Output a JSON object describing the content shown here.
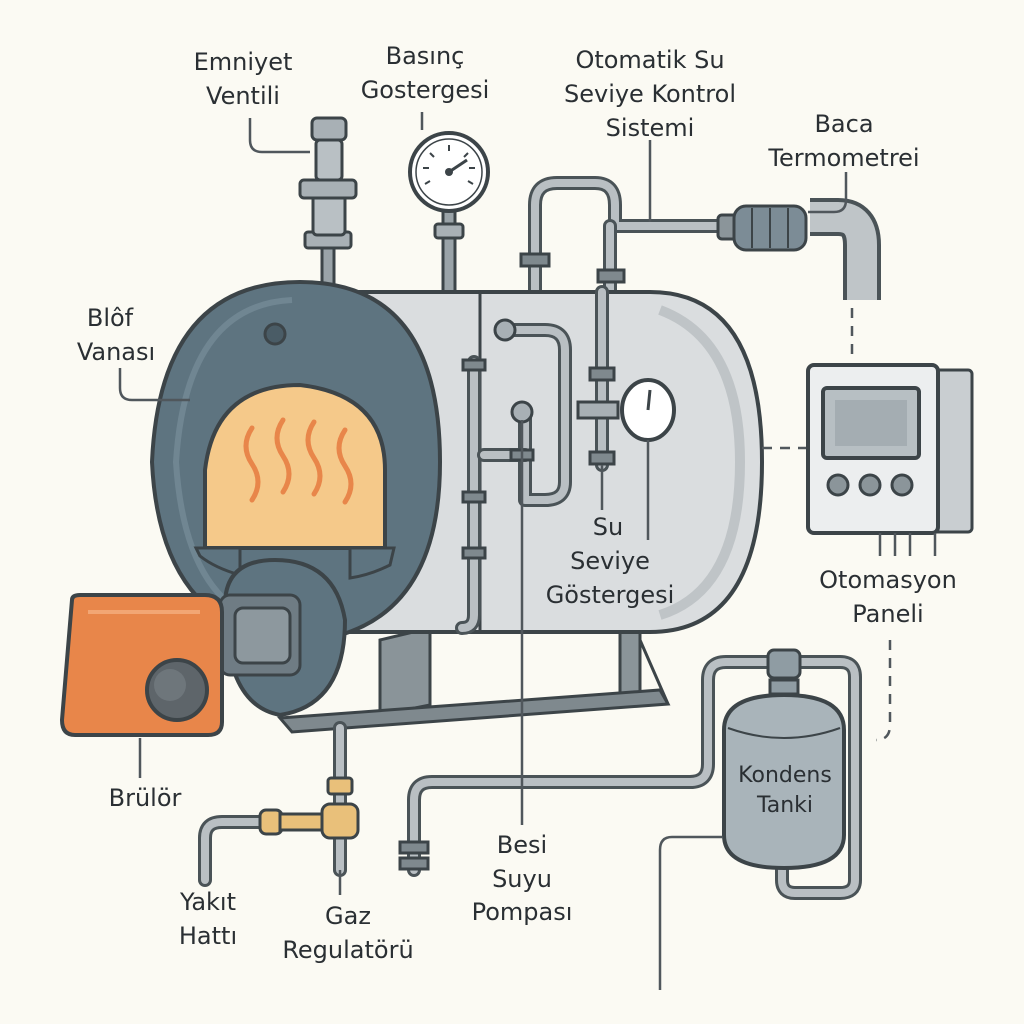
{
  "labels": {
    "emniyet_1": "Emniyet",
    "emniyet_2": "Ventili",
    "basinc_1": "Basınç",
    "basinc_2": "Gostergesi",
    "otomatik_1": "Otomatik Su",
    "otomatik_2": "Seviye Kontrol",
    "otomatik_3": "Sistemi",
    "baca_1": "Baca",
    "baca_2": "Termometrei",
    "blof_1": "Blôf",
    "blof_2": "Vanası",
    "su_seviye_1": "Su",
    "su_seviye_2": "Seviye",
    "su_seviye_3": "Göstergesi",
    "otomasyon_1": "Otomasyon",
    "otomasyon_2": "Paneli",
    "brulor": "Brülör",
    "kondens_1": "Kondens",
    "kondens_2": "Tanki",
    "besi_1": "Besi",
    "besi_2": "Suyu",
    "besi_3": "Pompası",
    "yakit_1": "Yakıt",
    "yakit_2": "Hattı",
    "gaz_1": "Gaz",
    "gaz_2": "Regulatörü"
  },
  "colors": {
    "background": "#FBFAF3",
    "shell": "#DADDDF",
    "outline": "#3C4448",
    "door": "#5E7480",
    "flame": "#F5C98A",
    "burner": "#E8864A",
    "tank": "#A9B4BA"
  }
}
